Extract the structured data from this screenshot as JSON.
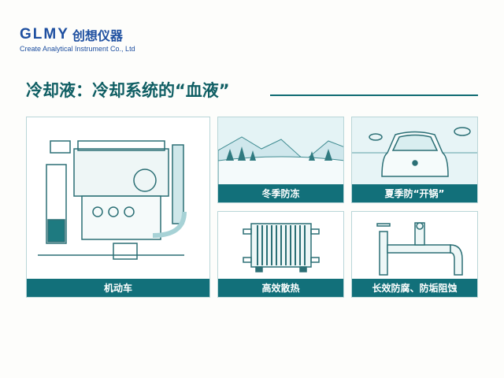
{
  "logo": {
    "mark": "GLMY",
    "name_cn": "创想仪器",
    "name_en": "Create Analytical Instrument Co., Ltd"
  },
  "title": "冷却液：冷却系统的“血液”",
  "cards": [
    {
      "label": "机动车",
      "icon": "engine-icon"
    },
    {
      "label": "冬季防冻",
      "icon": "snowy-mountains-icon"
    },
    {
      "label": "夏季防“开锅”",
      "icon": "car-icon"
    },
    {
      "label": "高效散热",
      "icon": "radiator-icon"
    },
    {
      "label": "长效防腐、防垢阻蚀",
      "icon": "pipe-icon"
    }
  ],
  "colors": {
    "primary": "#12707a",
    "logo": "#1e4fa0"
  }
}
